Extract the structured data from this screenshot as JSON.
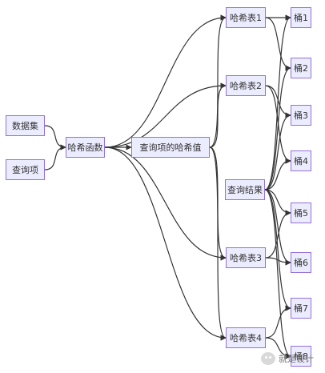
{
  "nodes": {
    "dataset": "数据集",
    "query_item": "查询项",
    "hash_function": "哈希函数",
    "query_hash": "查询项的哈希值",
    "query_result": "查询结果",
    "table1": "哈希表1",
    "table2": "哈希表2",
    "table3": "哈希表3",
    "table4": "哈希表4",
    "bucket1": "桶1",
    "bucket2": "桶2",
    "bucket3": "桶3",
    "bucket4": "桶4",
    "bucket5": "桶5",
    "bucket6": "桶6",
    "bucket7": "桶7",
    "bucket8": "桶8"
  },
  "edges": [
    [
      "dataset",
      "hash_function"
    ],
    [
      "query_item",
      "hash_function"
    ],
    [
      "hash_function",
      "query_hash"
    ],
    [
      "hash_function",
      "table1"
    ],
    [
      "hash_function",
      "table2"
    ],
    [
      "hash_function",
      "table3"
    ],
    [
      "hash_function",
      "table4"
    ],
    [
      "query_hash",
      "table1"
    ],
    [
      "query_hash",
      "table2"
    ],
    [
      "query_hash",
      "table3"
    ],
    [
      "query_hash",
      "table4"
    ],
    [
      "table1",
      "bucket1"
    ],
    [
      "table1",
      "bucket2"
    ],
    [
      "table2",
      "bucket3"
    ],
    [
      "table2",
      "bucket4"
    ],
    [
      "table3",
      "bucket5"
    ],
    [
      "table3",
      "bucket6"
    ],
    [
      "table4",
      "bucket7"
    ],
    [
      "table4",
      "bucket8"
    ],
    [
      "query_result",
      "bucket1"
    ],
    [
      "query_result",
      "bucket2"
    ],
    [
      "query_result",
      "bucket3"
    ],
    [
      "query_result",
      "bucket4"
    ],
    [
      "query_result",
      "bucket5"
    ],
    [
      "query_result",
      "bucket6"
    ],
    [
      "query_result",
      "bucket7"
    ],
    [
      "query_result",
      "bucket8"
    ]
  ],
  "watermark": {
    "text": "就是设计",
    "icon": "wechat-icon"
  },
  "colors": {
    "node_fill": "#ececff",
    "node_border": "#9370db",
    "edge": "#333333"
  }
}
